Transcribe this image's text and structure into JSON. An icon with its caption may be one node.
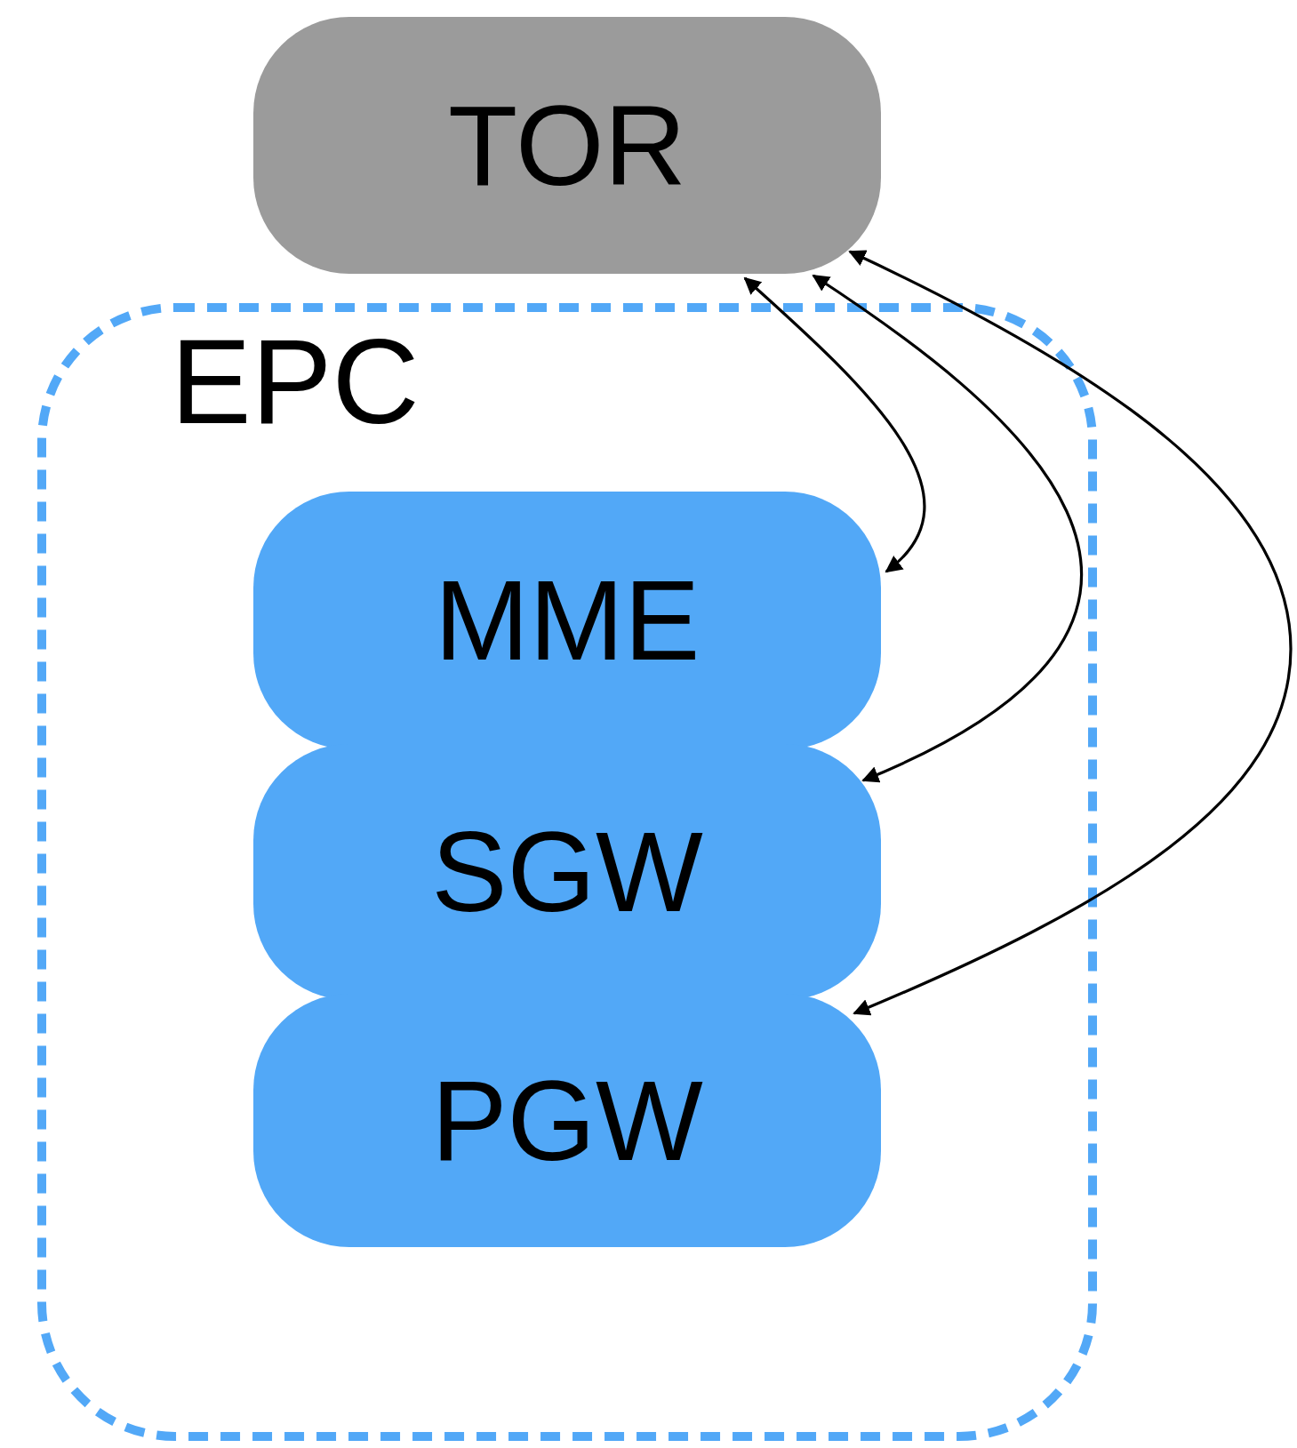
{
  "diagram": {
    "nodes": [
      {
        "text": [
          "TOR"
        ]
      },
      {
        "text": [
          "EPC"
        ]
      },
      {
        "text": [
          "MME"
        ],
        "in": 1
      },
      {
        "text": [
          "SGW"
        ],
        "in": 1
      },
      {
        "text": [
          "PGW"
        ],
        "in": 1
      }
    ],
    "edges": [
      {
        "from": 0,
        "to": 2,
        "arrow": "both"
      },
      {
        "from": 0,
        "to": 3,
        "arrow": "both"
      },
      {
        "from": 0,
        "to": 4,
        "arrow": "both"
      }
    ]
  }
}
